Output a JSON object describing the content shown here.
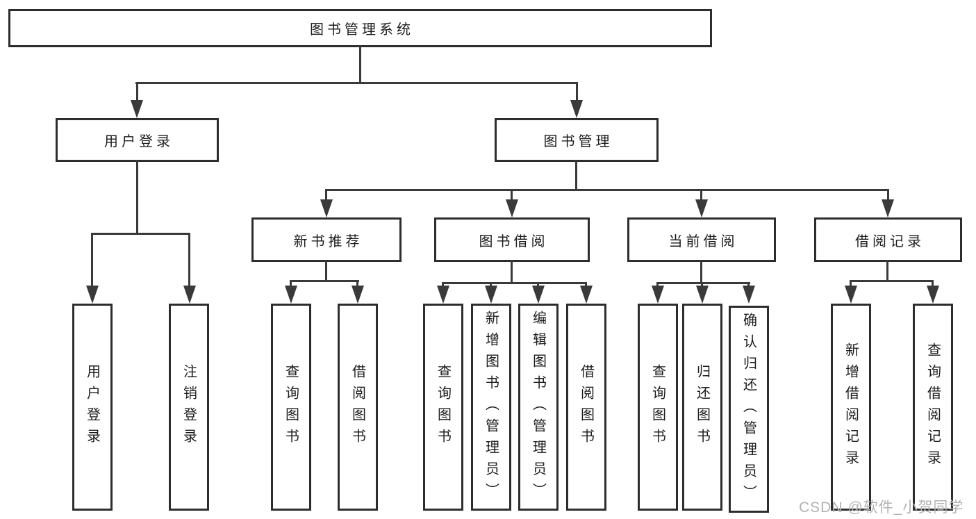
{
  "diagram": {
    "root": "图书管理系统",
    "level2": [
      "用户登录",
      "图书管理"
    ],
    "level3": [
      "新书推荐",
      "图书借阅",
      "当前借阅",
      "借阅记录"
    ],
    "leaves": {
      "user_login": [
        "用户登录",
        "注销登录"
      ],
      "new_book": [
        "查询图书",
        "借阅图书"
      ],
      "book_borrow": [
        "查询图书",
        "新增图书（管理员）",
        "编辑图书（管理员）",
        "借阅图书"
      ],
      "current_borrow": [
        "查询图书",
        "归还图书",
        "确认归还（管理员）"
      ],
      "borrow_record": [
        "新增借阅记录",
        "查询借阅记录"
      ]
    }
  },
  "watermark": "CSDN @软件_小贺同学",
  "colors": {
    "line": "#3a3a3a",
    "box_border": "#2d2d2d",
    "box_fill": "#ffffff",
    "text": "#1c1c1c",
    "watermark_text": "#b2b2b2",
    "background": "#ffffff"
  }
}
